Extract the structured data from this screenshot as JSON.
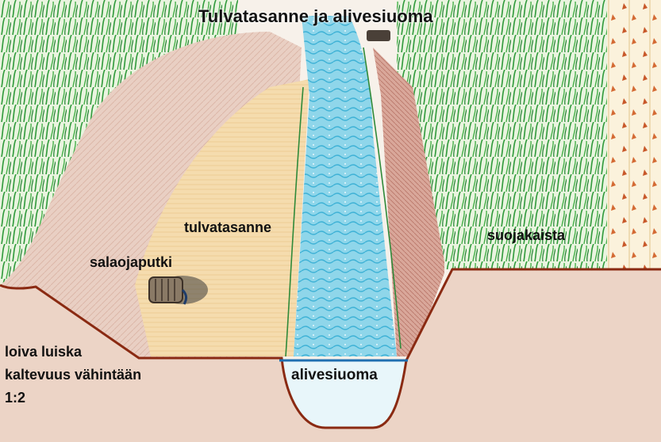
{
  "title": "Tulvatasanne ja alivesiuoma",
  "labels": {
    "flood_terrace": "tulvatasanne",
    "drain_pipe": "salaojaputki",
    "buffer_strip": "suojakaista",
    "low_water_channel": "alivesiuoma",
    "slope_line1": "loiva luiska",
    "slope_line2": "kaltevuus vähintään",
    "slope_line3": "1:2"
  },
  "colors": {
    "grass": "#2f9a3a",
    "water": "#5fc4e0",
    "water_line": "#1f6fb0",
    "soil": "#ecd2c4",
    "slope": "#e6c6b8",
    "terrace": "#f3d7a8",
    "outline": "#8a2a12",
    "crop": "#c8582a"
  },
  "icons": {
    "pipe": "drain-pipe-icon"
  }
}
